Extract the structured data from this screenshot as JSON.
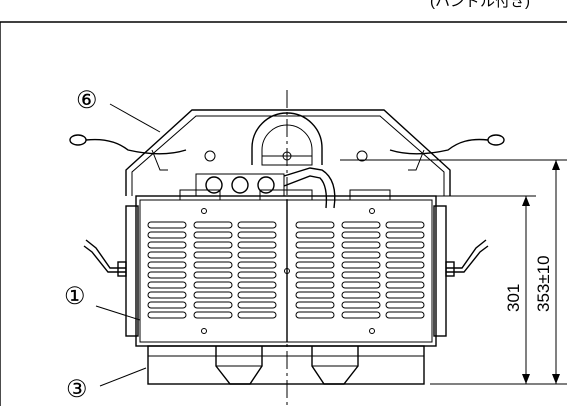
{
  "header_text": "(ハンドル付き)",
  "callouts": [
    {
      "id": "callout-6",
      "text": "⑥"
    },
    {
      "id": "callout-1",
      "text": "①"
    },
    {
      "id": "callout-3",
      "text": "③"
    }
  ],
  "dimensions": {
    "inner_height": "301",
    "outer_height": "353±10"
  },
  "colors": {
    "line": "#000000",
    "background": "#ffffff"
  }
}
